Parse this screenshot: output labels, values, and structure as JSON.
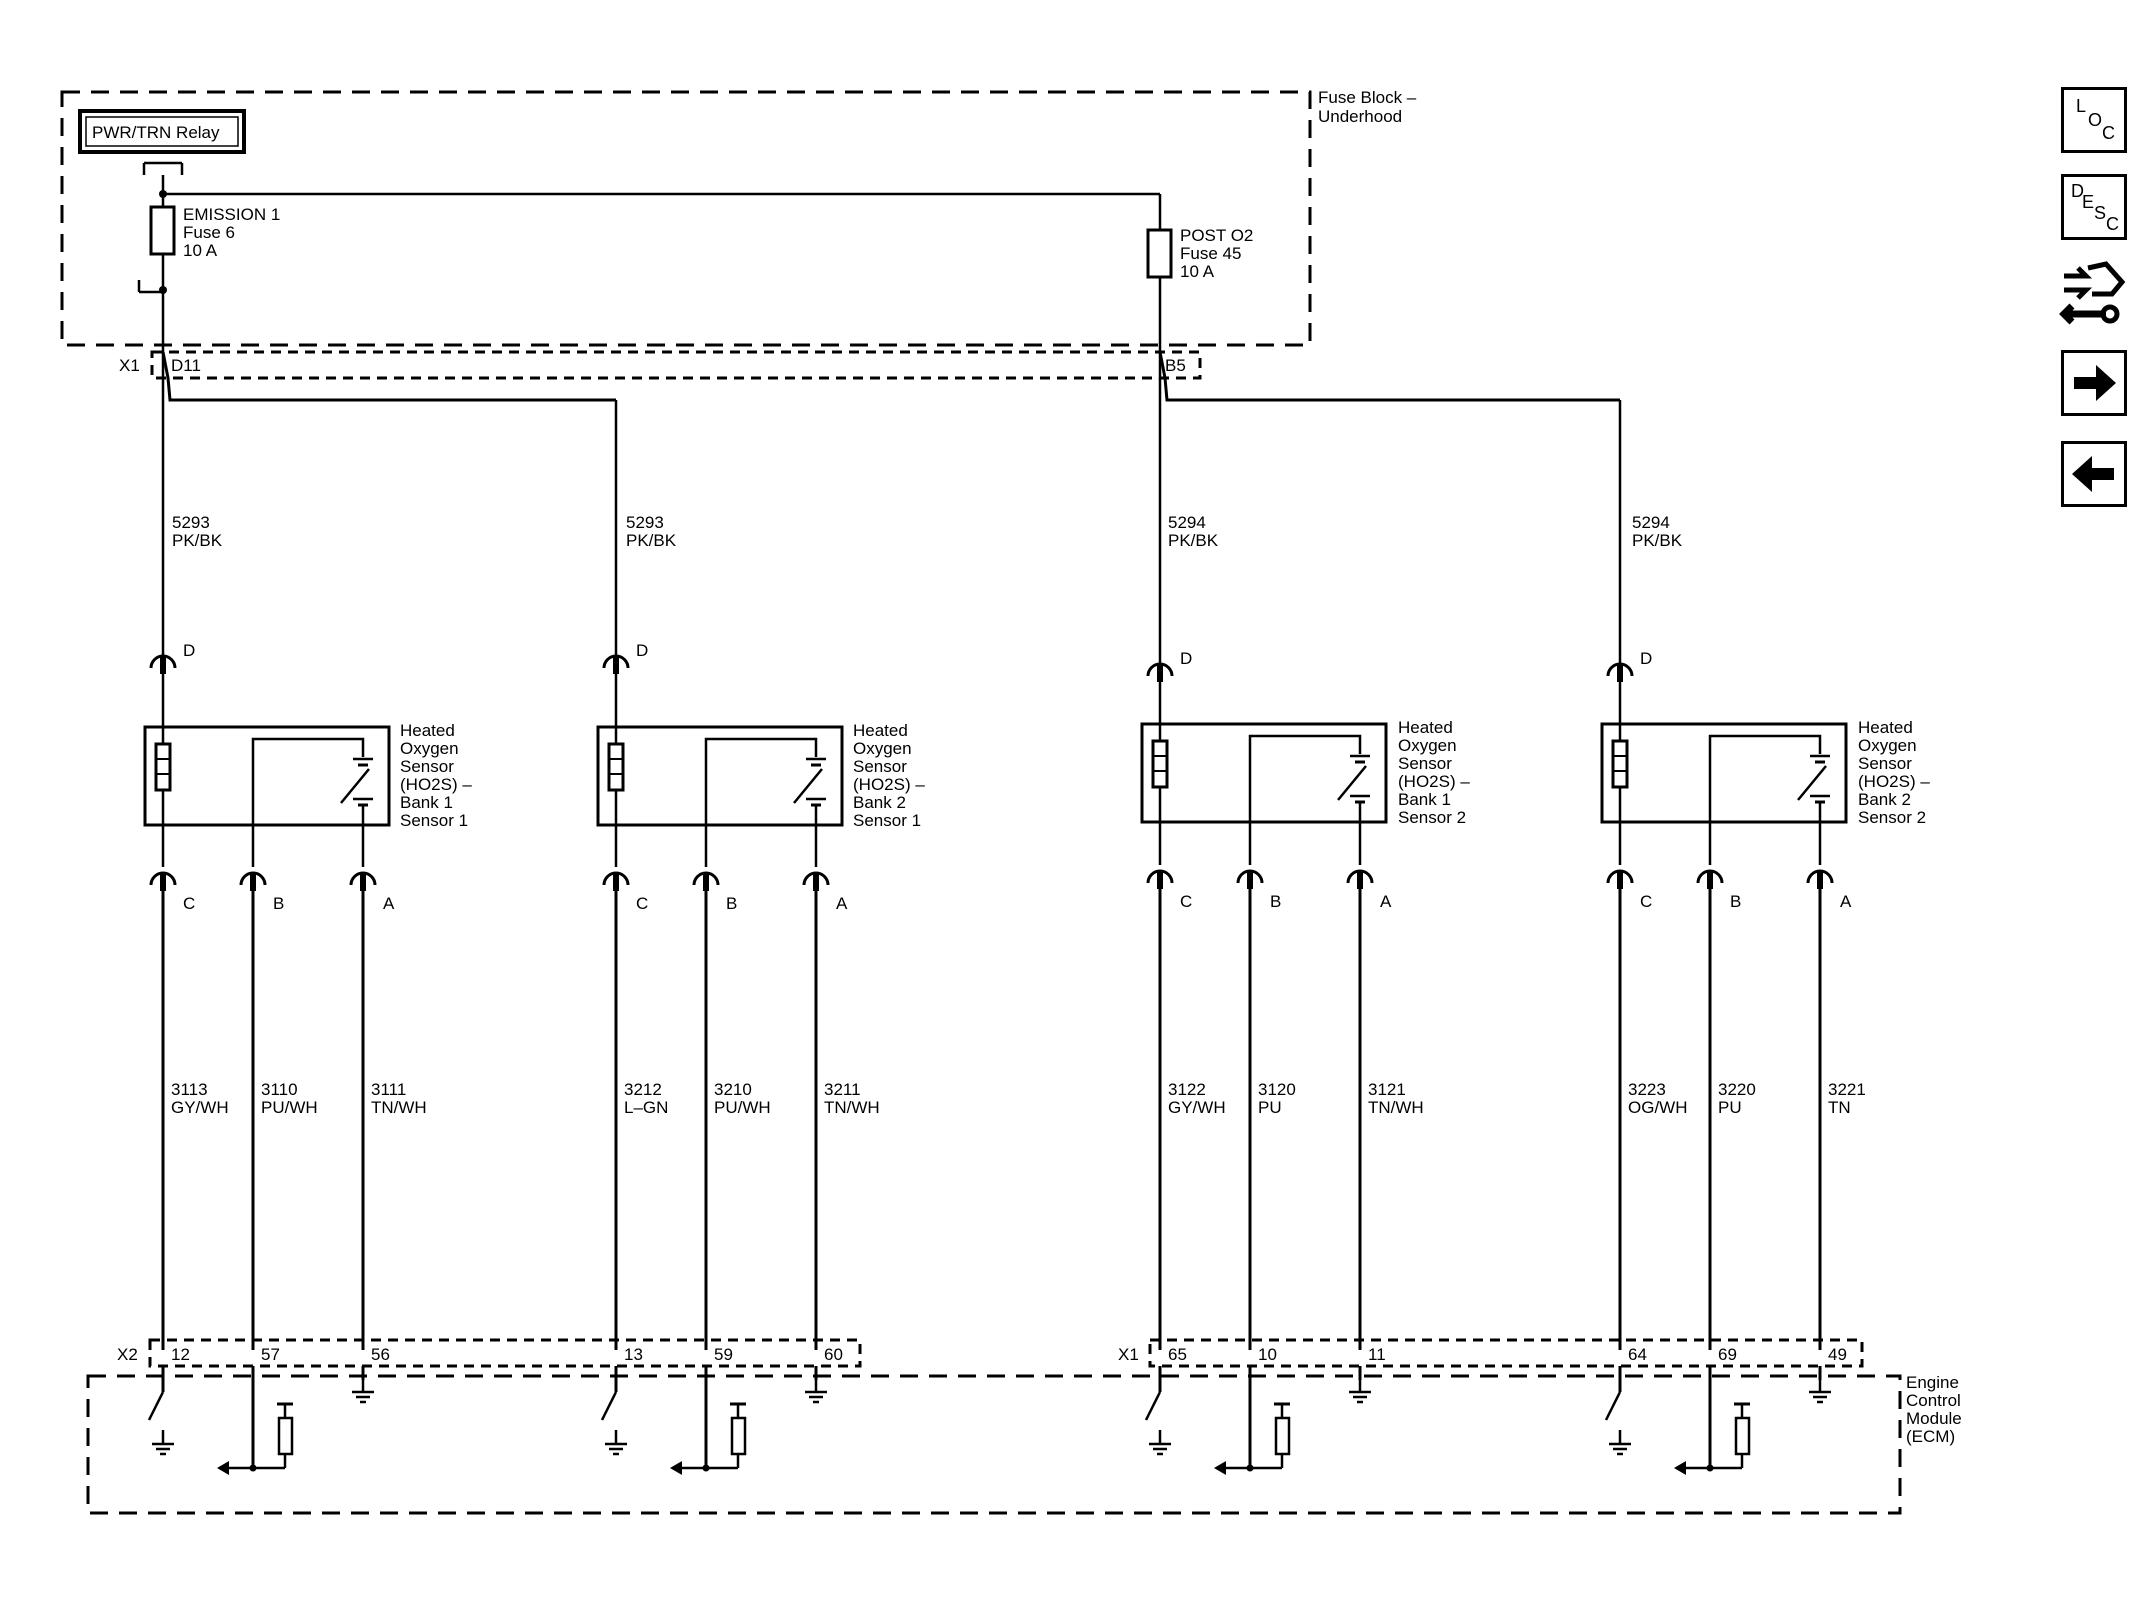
{
  "relay": {
    "label": "PWR/TRN Relay"
  },
  "fuse_block": {
    "label_line1": "Fuse Block –",
    "label_line2": "Underhood"
  },
  "fuses": [
    {
      "name": "EMISSION 1",
      "fuse": "Fuse 6",
      "rating": "10 A"
    },
    {
      "name": "POST O2",
      "fuse": "Fuse 45",
      "rating": "10 A"
    }
  ],
  "fuse_connectors": [
    {
      "conn": "X1",
      "pin": "D11"
    },
    {
      "conn": "",
      "pin": "B5"
    }
  ],
  "feed_wires": [
    {
      "circuit": "5293",
      "color": "PK/BK"
    },
    {
      "circuit": "5293",
      "color": "PK/BK"
    },
    {
      "circuit": "5294",
      "color": "PK/BK"
    },
    {
      "circuit": "5294",
      "color": "PK/BK"
    }
  ],
  "sensors": [
    {
      "l1": "Heated",
      "l2": "Oxygen",
      "l3": "Sensor",
      "l4": "(HO2S) –",
      "l5": "Bank 1",
      "l6": "Sensor 1",
      "pin_d": "D",
      "pin_c": "C",
      "pin_b": "B",
      "pin_a": "A",
      "wires": [
        {
          "circuit": "3113",
          "color": "GY/WH"
        },
        {
          "circuit": "3110",
          "color": "PU/WH"
        },
        {
          "circuit": "3111",
          "color": "TN/WH"
        }
      ],
      "ecm_pins": [
        "12",
        "57",
        "56"
      ]
    },
    {
      "l1": "Heated",
      "l2": "Oxygen",
      "l3": "Sensor",
      "l4": "(HO2S) –",
      "l5": "Bank 2",
      "l6": "Sensor 1",
      "pin_d": "D",
      "pin_c": "C",
      "pin_b": "B",
      "pin_a": "A",
      "wires": [
        {
          "circuit": "3212",
          "color": "L–GN"
        },
        {
          "circuit": "3210",
          "color": "PU/WH"
        },
        {
          "circuit": "3211",
          "color": "TN/WH"
        }
      ],
      "ecm_pins": [
        "13",
        "59",
        "60"
      ]
    },
    {
      "l1": "Heated",
      "l2": "Oxygen",
      "l3": "Sensor",
      "l4": "(HO2S) –",
      "l5": "Bank 1",
      "l6": "Sensor 2",
      "pin_d": "D",
      "pin_c": "C",
      "pin_b": "B",
      "pin_a": "A",
      "wires": [
        {
          "circuit": "3122",
          "color": "GY/WH"
        },
        {
          "circuit": "3120",
          "color": "PU"
        },
        {
          "circuit": "3121",
          "color": "TN/WH"
        }
      ],
      "ecm_pins": [
        "65",
        "10",
        "11"
      ]
    },
    {
      "l1": "Heated",
      "l2": "Oxygen",
      "l3": "Sensor",
      "l4": "(HO2S) –",
      "l5": "Bank 2",
      "l6": "Sensor 2",
      "pin_d": "D",
      "pin_c": "C",
      "pin_b": "B",
      "pin_a": "A",
      "wires": [
        {
          "circuit": "3223",
          "color": "OG/WH"
        },
        {
          "circuit": "3220",
          "color": "PU"
        },
        {
          "circuit": "3221",
          "color": "TN"
        }
      ],
      "ecm_pins": [
        "64",
        "69",
        "49"
      ]
    }
  ],
  "ecm_connectors": [
    "X2",
    "X1"
  ],
  "ecm": {
    "l1": "Engine",
    "l2": "Control",
    "l3": "Module",
    "l4": "(ECM)"
  },
  "nav": {
    "loc": {
      "a": "L",
      "b": "O",
      "c": "C",
      "icon": "loc-icon"
    },
    "desc": {
      "a": "D",
      "b": "E",
      "c": "S",
      "d": "C",
      "icon": "desc-icon"
    },
    "schematic_icon": "schematic-connector-icon",
    "next_icon": "right-arrow-icon",
    "prev_icon": "left-arrow-icon"
  }
}
